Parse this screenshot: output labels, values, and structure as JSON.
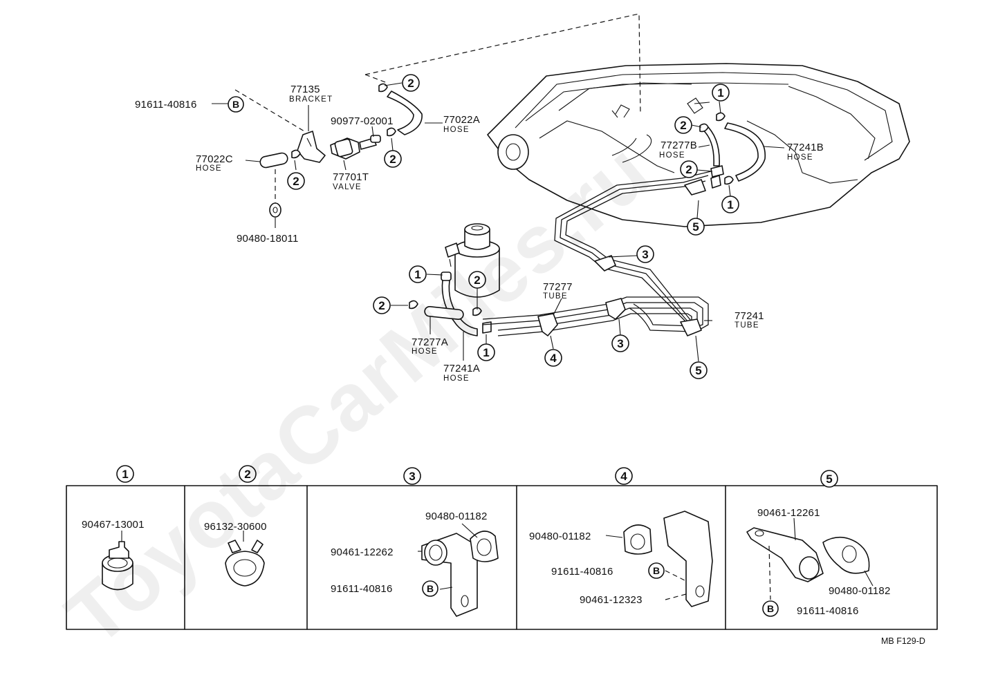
{
  "labels": {
    "p91611_40816_top": "91611-40816",
    "p77135": "77135",
    "p77135_sub": "BRACKET",
    "p77022c": "77022C",
    "p77022c_sub": "HOSE",
    "p90480_18011": "90480-18011",
    "p90977_02001": "90977-02001",
    "p77701t": "77701T",
    "p77701t_sub": "VALVE",
    "p77022a": "77022A",
    "p77022a_sub": "HOSE",
    "p77277b": "77277B",
    "p77277b_sub": "HOSE",
    "p77241b": "77241B",
    "p77241b_sub": "HOSE",
    "p77277_tube": "77277",
    "p77277_tube_sub": "TUBE",
    "p77241_tube": "77241",
    "p77241_tube_sub": "TUBE",
    "p77277a": "77277A",
    "p77277a_sub": "HOSE",
    "p77241a": "77241A",
    "p77241a_sub": "HOSE"
  },
  "callouts": {
    "c1": "1",
    "c2": "2",
    "c3": "3",
    "c4": "4",
    "c5": "5",
    "b": "B"
  },
  "details": {
    "d1_part": "90467-13001",
    "d2_part": "96132-30600",
    "d3_part_a": "90480-01182",
    "d3_part_b": "90461-12262",
    "d3_part_c": "91611-40816",
    "d4_part_a": "90480-01182",
    "d4_part_b": "91611-40816",
    "d4_part_c": "90461-12323",
    "d5_part_a": "90461-12261",
    "d5_part_b": "90480-01182",
    "d5_part_c": "91611-40816"
  },
  "reference": "MB F129-D",
  "watermark": "ToyotaCarMiles.ru",
  "colors": {
    "ink": "#111111",
    "paper": "#ffffff"
  }
}
